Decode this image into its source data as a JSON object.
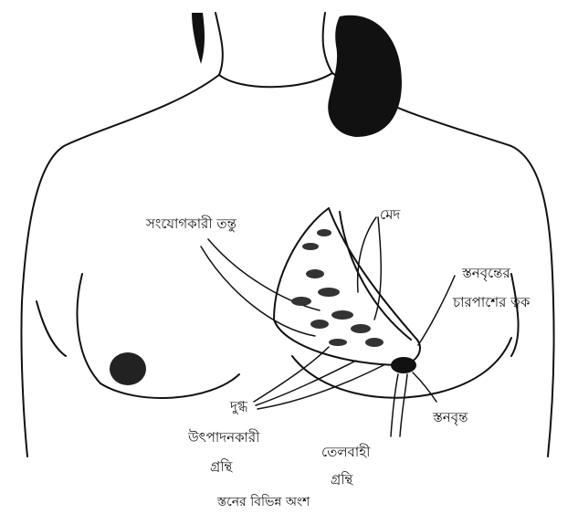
{
  "labels": {
    "connective_tissue": "সংযোগকারী তন্তু",
    "fat": "মেদ",
    "areola_skin_line1": "স্তনবৃন্তের",
    "areola_skin_line2": "চারপাশের ত্বক",
    "milk_glands_line1": "দুগ্ধ",
    "milk_glands_line2": "উৎপাদনকারী",
    "milk_glands_line3": "গ্রন্থি",
    "nipple": "স্তনবৃন্ত",
    "oil_glands_line1": "তেলবাহী",
    "oil_glands_line2": "গ্রন্থি"
  },
  "caption": "স্তনের বিভিন্ন অংশ"
}
